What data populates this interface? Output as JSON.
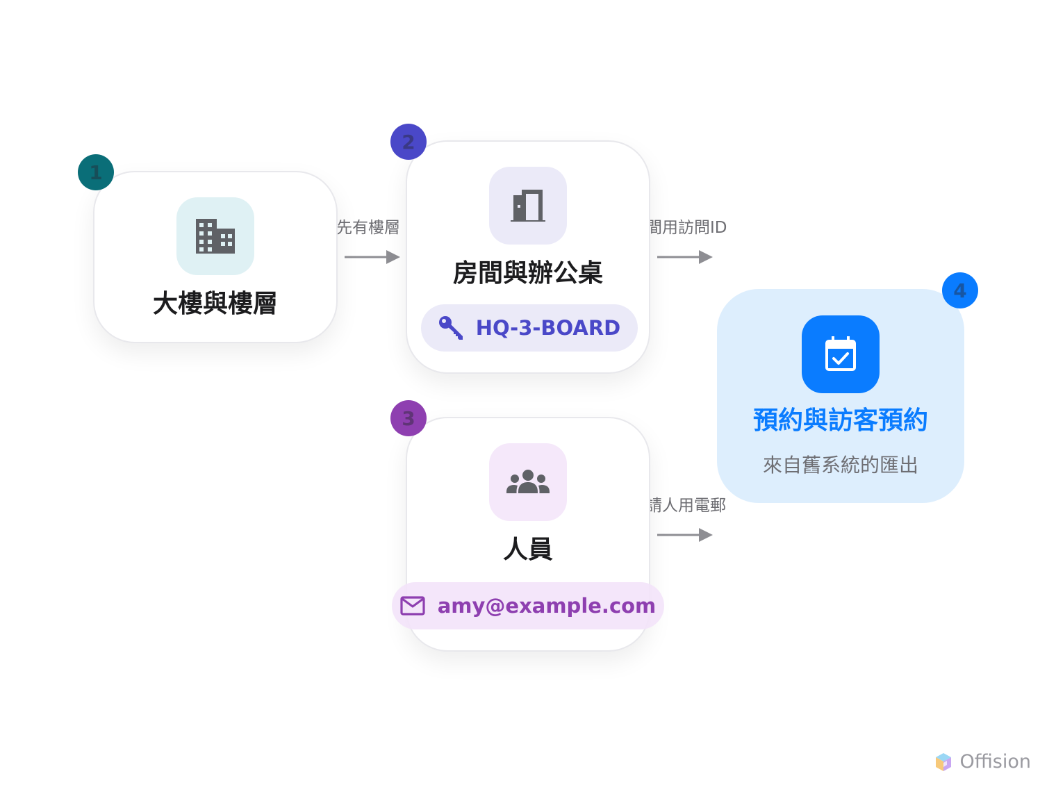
{
  "nodes": [
    {
      "number": "1",
      "title": "大樓與樓層",
      "icon": "building-icon",
      "badge_color": "#0a6e78",
      "tile_color": "#dff1f4"
    },
    {
      "number": "2",
      "title": "房間與辦公桌",
      "icon": "door-icon",
      "badge_color": "#4a48c8",
      "tile_color": "#ebeaf8",
      "chip": {
        "icon": "key-icon",
        "text": "HQ-3-BOARD",
        "color": "#4a48c8",
        "bg": "#ebeaf8"
      }
    },
    {
      "number": "3",
      "title": "人員",
      "icon": "people-icon",
      "badge_color": "#8e3fb0",
      "tile_color": "#f5e8fa",
      "chip": {
        "icon": "mail-icon",
        "text": "amy@example.com",
        "color": "#8e3fb0",
        "bg": "#f5e8fa"
      }
    },
    {
      "number": "4",
      "title": "預約與訪客預約",
      "subtitle": "來自舊系統的匯出",
      "icon": "calendar-check-icon",
      "badge_color": "#0a7cff",
      "tile_color": "#0a7cff",
      "card_bg": "#ddeefd"
    }
  ],
  "edges": [
    {
      "label": "先有樓層"
    },
    {
      "label": "房間用訪問ID"
    },
    {
      "label": "邀請人用電郵"
    }
  ],
  "brand": {
    "name": "Offision"
  }
}
